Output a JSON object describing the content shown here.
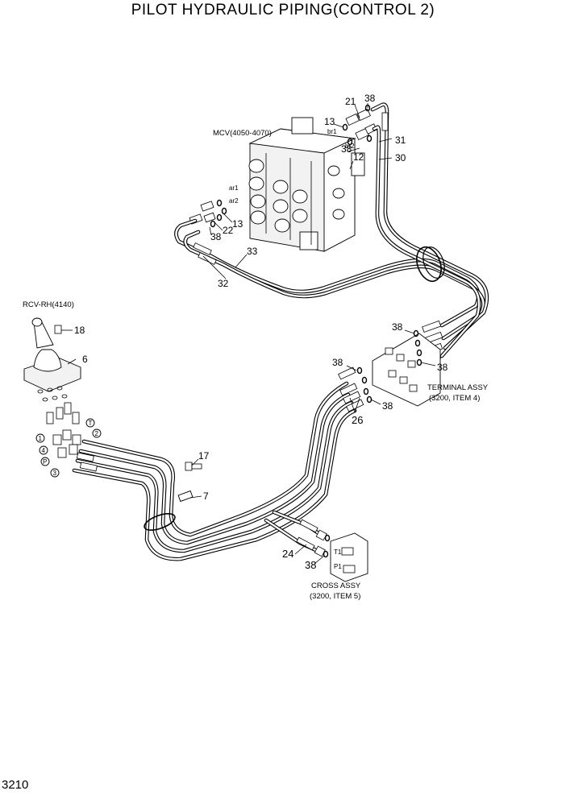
{
  "title": "PILOT HYDRAULIC PIPING(CONTROL 2)",
  "page_number": "3210",
  "callouts": {
    "c21": "21",
    "c38_top": "38",
    "c13_top": "13",
    "c31": "31",
    "c30": "30",
    "c38_mcv": "38",
    "c12": "12",
    "c13_left": "13",
    "c22": "22",
    "c38_left": "38",
    "c33": "33",
    "c32": "32",
    "c18": "18",
    "c6": "6",
    "c17": "17",
    "c7": "7",
    "c38_term_top": "38",
    "c38_term_left": "38",
    "c38_term_right": "38",
    "c38_term_bottom": "38",
    "c26": "26",
    "c24": "24",
    "c38_cross": "38"
  },
  "port_labels": {
    "br1": "br1",
    "br2": "br2",
    "ar1": "ar1",
    "ar2": "ar2",
    "t1": "T1",
    "p1": "P1"
  },
  "circled_ports": {
    "p1": "1",
    "p2": "2",
    "p3": "3",
    "p4": "4",
    "pP": "P",
    "pT": "T"
  },
  "assembly_labels": {
    "mcv": "MCV(4050-4070)",
    "rcv": "RCV-RH(4140)",
    "terminal_line1": "TERMINAL ASSY",
    "terminal_line2": "(3200, ITEM 4)",
    "cross_line1": "CROSS ASSY",
    "cross_line2": "(3200, ITEM 5)"
  }
}
